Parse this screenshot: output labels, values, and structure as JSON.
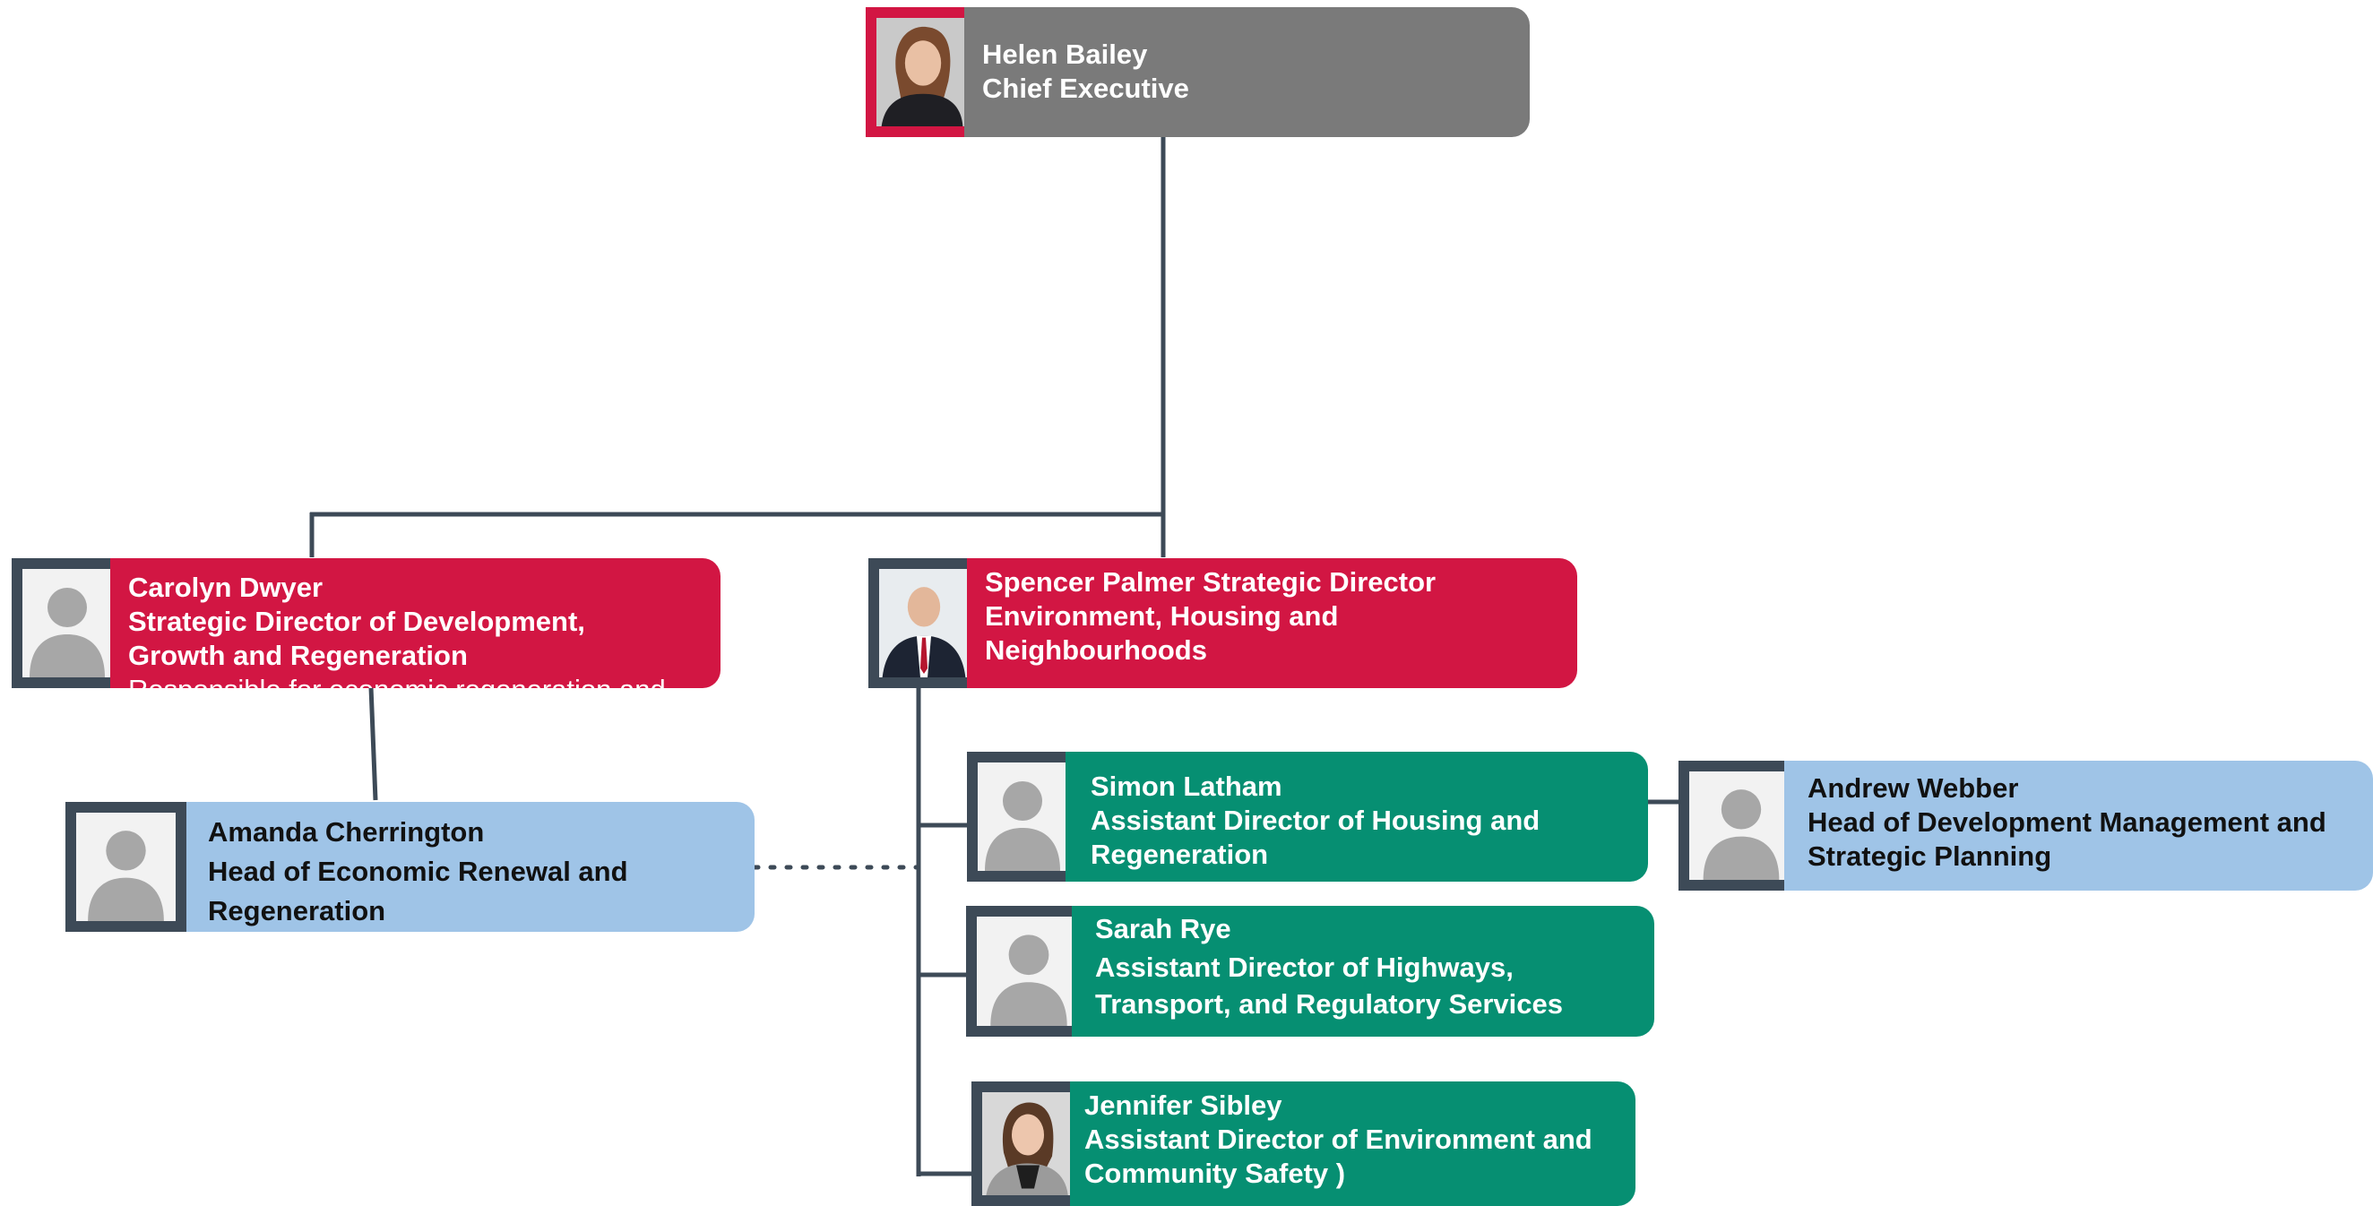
{
  "colors": {
    "executive": "#7a7a7a",
    "strategic": "#d21643",
    "assistant": "#068f72",
    "head": "#9fc4e7",
    "photo_frame": "#3d4a57",
    "connector": "#3d4a57"
  },
  "people": {
    "helen": {
      "lines": [
        "Helen Bailey",
        "Chief Executive"
      ],
      "photo": "photo"
    },
    "carolyn": {
      "lines": [
        "Carolyn Dwyer",
        "Strategic Director of Development,",
        "Growth and Regeneration",
        "Responsible for economic regeneration and"
      ],
      "photo": "placeholder-avatar-icon"
    },
    "spencer": {
      "lines": [
        "Spencer Palmer Strategic Director",
        "Environment, Housing and",
        "Neighbourhoods"
      ],
      "photo": "photo"
    },
    "amanda": {
      "lines": [
        "Amanda Cherrington",
        "Head of Economic Renewal and",
        "Regeneration"
      ],
      "photo": "placeholder-avatar-icon"
    },
    "simon": {
      "lines": [
        "Simon Latham",
        "Assistant Director of Housing and",
        "Regeneration"
      ],
      "photo": "placeholder-avatar-icon"
    },
    "andrew": {
      "lines": [
        "Andrew Webber",
        "Head of Development Management and",
        "Strategic Planning"
      ],
      "photo": "placeholder-avatar-icon"
    },
    "sarah": {
      "lines": [
        "Sarah Rye",
        "Assistant Director of Highways,",
        "Transport, and Regulatory Services"
      ],
      "photo": "placeholder-avatar-icon"
    },
    "jennifer": {
      "lines": [
        "Jennifer Sibley",
        "Assistant Director of Environment and",
        "Community Safety )"
      ],
      "photo": "photo"
    }
  }
}
